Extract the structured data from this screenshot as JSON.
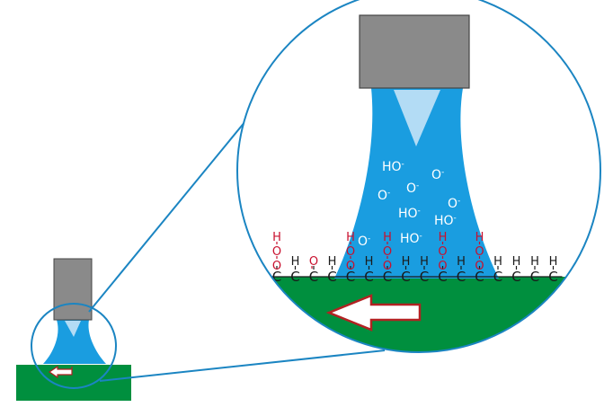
{
  "colors": {
    "substrate": "#008f3e",
    "plasma": "#1a9de0",
    "plasma_core": "#b3dcf5",
    "nozzle": "#8a8a8a",
    "outline": "#1b85c2",
    "bond": "#1a1a1a",
    "oxygen": "#c8102e",
    "ion_text": "#ffffff",
    "arrow_stroke": "#b22222",
    "arrow_fill": "#ffffff"
  },
  "labels": {
    "carbon": "C",
    "hydrogen": "H",
    "oxygen": "O",
    "ions": [
      {
        "id": "ion-1",
        "base": "HO",
        "charge": "-"
      },
      {
        "id": "ion-2",
        "base": "O",
        "charge": "-"
      },
      {
        "id": "ion-3",
        "base": "O",
        "charge": "-"
      },
      {
        "id": "ion-4",
        "base": "O",
        "charge": "-"
      },
      {
        "id": "ion-5",
        "base": "O",
        "charge": "-"
      },
      {
        "id": "ion-6",
        "base": "HO",
        "charge": "-"
      },
      {
        "id": "ion-7",
        "base": "HO",
        "charge": "-"
      },
      {
        "id": "ion-8",
        "base": "O",
        "charge": "-"
      },
      {
        "id": "ion-9",
        "base": "HO",
        "charge": "-"
      }
    ]
  },
  "chain": {
    "carbons": 16,
    "hydroperoxy_positions": [
      0,
      4,
      6,
      9,
      11
    ],
    "carbonyl_positions": [
      2
    ],
    "plain_h_positions": [
      1,
      3,
      5,
      7,
      8,
      10,
      12,
      13,
      14,
      15
    ]
  },
  "motion_arrow": {
    "direction": "left"
  }
}
